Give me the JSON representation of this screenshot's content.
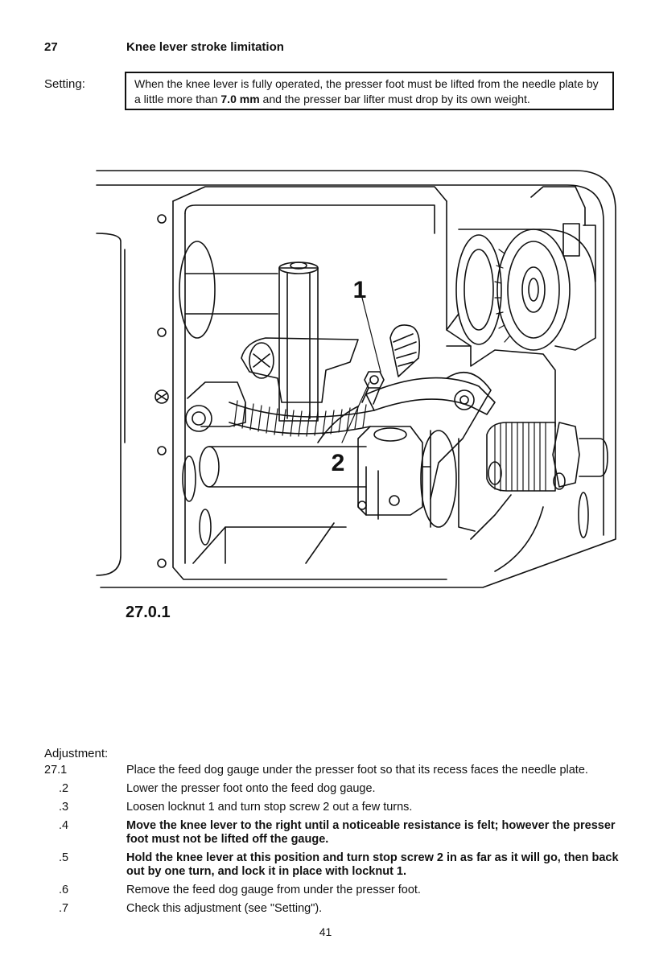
{
  "section": {
    "number": "27",
    "title": "Knee lever stroke limitation"
  },
  "setting": {
    "label": "Setting:",
    "text_before": "When the knee lever is fully operated, the presser foot must be lifted from the needle plate by a little more than ",
    "value": "7.0 mm",
    "text_after": " and the presser bar lifter must drop by its own weight."
  },
  "figure": {
    "caption": "27.0.1",
    "callouts": [
      "1",
      "2"
    ]
  },
  "adjustment": {
    "label": "Adjustment:",
    "steps": [
      {
        "num": "27.1",
        "text": "Place the feed dog gauge under the presser foot so that its recess faces the needle plate.",
        "bold": false
      },
      {
        "num": ".2",
        "text": "Lower the presser foot onto the feed dog gauge.",
        "bold": false
      },
      {
        "num": ".3",
        "text": "Loosen locknut 1 and turn stop screw 2 out a few turns.",
        "bold": false
      },
      {
        "num": ".4",
        "text": "Move the knee lever to the right until a noticeable resistance is felt; however the presser foot must not be lifted off the gauge.",
        "bold": true
      },
      {
        "num": ".5",
        "text": "Hold the knee lever at this position and turn stop screw 2 in as far as it will go, then back out by one turn, and lock it in place with locknut 1.",
        "bold": true
      },
      {
        "num": ".6",
        "text": "Remove the feed dog gauge from under the presser foot.",
        "bold": false
      },
      {
        "num": ".7",
        "text": "Check this adjustment (see \"Setting\").",
        "bold": false
      }
    ]
  },
  "page_number": "41"
}
